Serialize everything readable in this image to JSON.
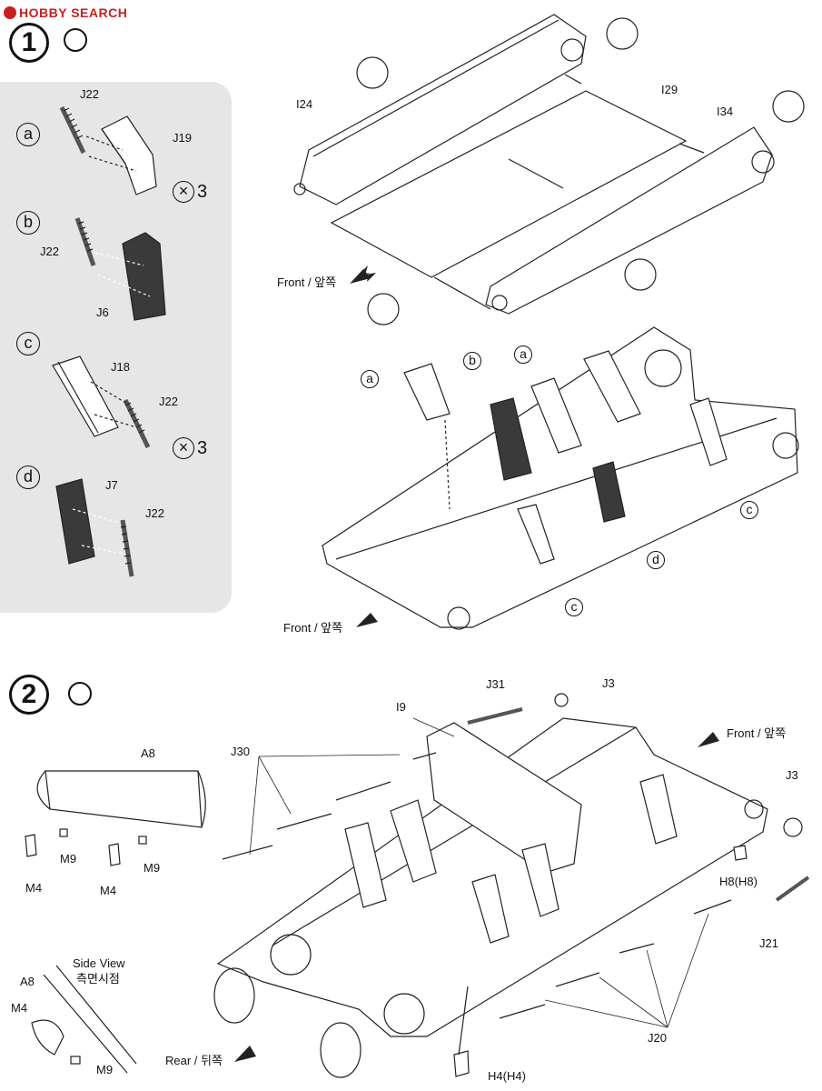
{
  "header": {
    "logo_text": "HOBBY SEARCH"
  },
  "step1": {
    "number": "1",
    "substeps": [
      {
        "letter": "a",
        "parts": [
          "J22",
          "J19"
        ],
        "qty": "3"
      },
      {
        "letter": "b",
        "parts": [
          "J22",
          "J6"
        ]
      },
      {
        "letter": "c",
        "parts": [
          "J18",
          "J22"
        ],
        "qty": "3"
      },
      {
        "letter": "d",
        "parts": [
          "J7",
          "J22"
        ]
      }
    ],
    "parts_top": {
      "i24": "I24",
      "i29": "I29",
      "i34": "I34"
    },
    "front_label_1": "Front / 앞쪽",
    "front_label_2": "Front / 앞쪽",
    "callouts": [
      "a",
      "b",
      "a",
      "c",
      "d",
      "c"
    ]
  },
  "step2": {
    "number": "2",
    "inset": {
      "a8": "A8",
      "m9_left": "M9",
      "m9_right": "M9",
      "m4_left": "M4",
      "m4_right": "M4"
    },
    "side_view": {
      "title": "Side View",
      "title_ko": "측면시점",
      "a8": "A8",
      "m4": "M4",
      "m9": "M9"
    },
    "parts": {
      "j30": "J30",
      "j31": "J31",
      "j3_top": "J3",
      "i9": "I9",
      "j3_right": "J3",
      "h8": "H8(H8)",
      "j21": "J21",
      "j20": "J20",
      "h4": "H4(H4)"
    },
    "front_label": "Front / 앞쪽",
    "rear_label": "Rear / 뒤쪽"
  },
  "colors": {
    "panel_bg": "#e6e6e6",
    "line": "#222222",
    "dark_part": "#3a3a3a"
  }
}
